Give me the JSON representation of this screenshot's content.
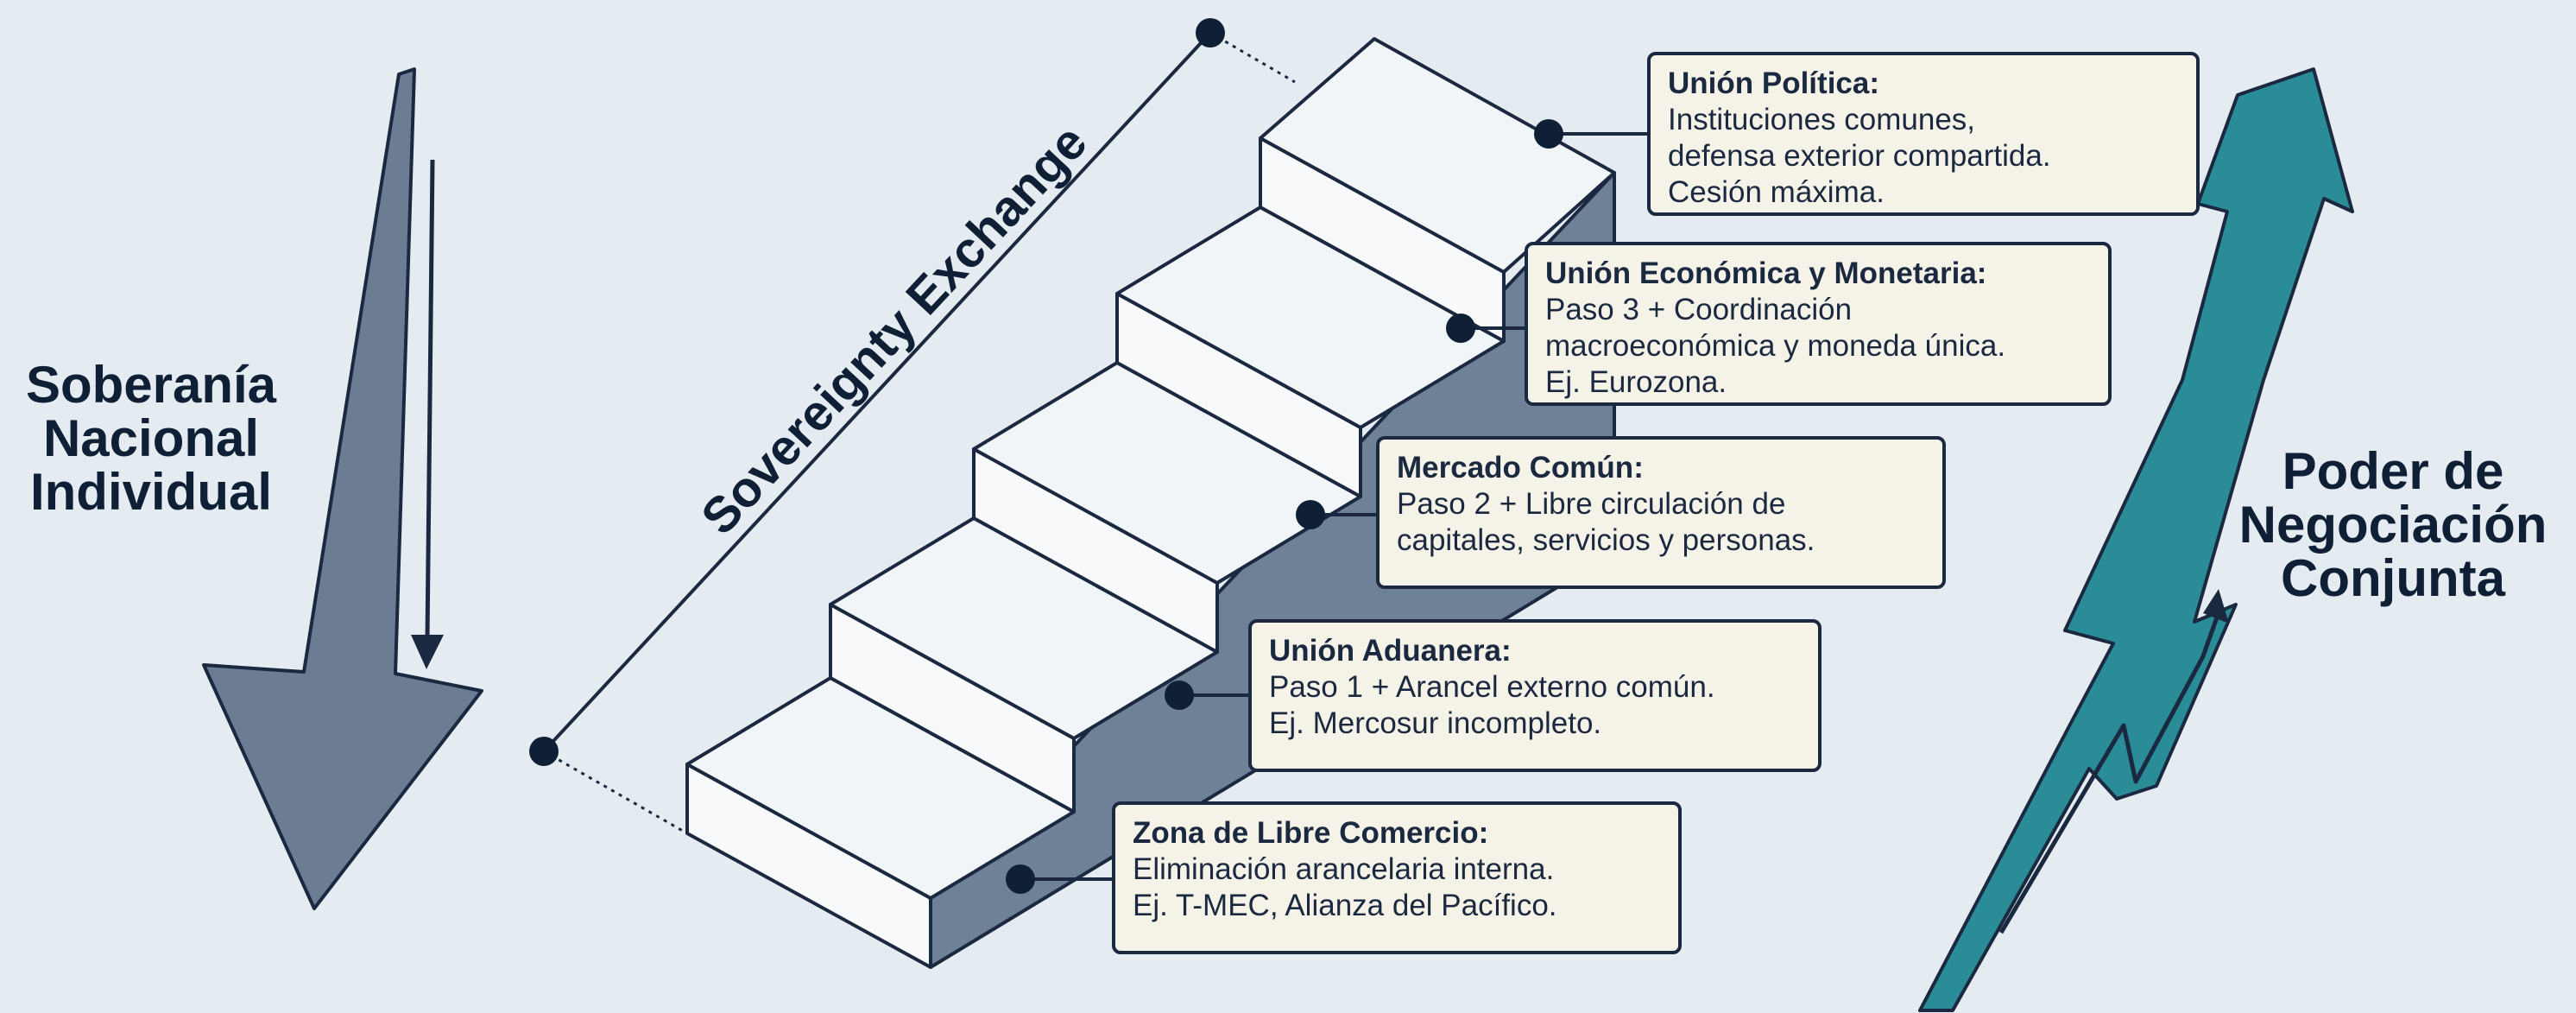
{
  "left_label": {
    "lines": [
      "Soberanía",
      "Nacional",
      "Individual"
    ]
  },
  "right_label": {
    "lines": [
      "Poder de",
      "Negociación",
      "Conjunta"
    ]
  },
  "diagonal_label": "Sovereignty Exchange",
  "colors": {
    "background": "#e5ecf1",
    "left_arrow": "#6c7d93",
    "right_arrow": "#2a8c96",
    "stair_side": "#6e8197",
    "box_fill": "#f5f2e8",
    "outline": "#1b2940"
  },
  "stages": [
    {
      "title": "Zona de Libre Comercio:",
      "lines": [
        "Eliminación arancelaria interna.",
        "Ej. T-MEC, Alianza del Pacífico."
      ]
    },
    {
      "title": "Unión Aduanera:",
      "lines": [
        "Paso 1 + Arancel externo común.",
        "Ej. Mercosur incompleto."
      ]
    },
    {
      "title": "Mercado Común:",
      "lines": [
        "Paso 2 + Libre circulación de",
        "capitales, servicios y personas."
      ]
    },
    {
      "title": "Unión Económica y Monetaria:",
      "lines": [
        "Paso 3 + Coordinación",
        "macroeconómica y moneda única.",
        "Ej. Eurozona."
      ]
    },
    {
      "title": "Unión Política:",
      "lines": [
        "Instituciones comunes,",
        "defensa exterior compartida.",
        "Cesión máxima."
      ]
    }
  ]
}
